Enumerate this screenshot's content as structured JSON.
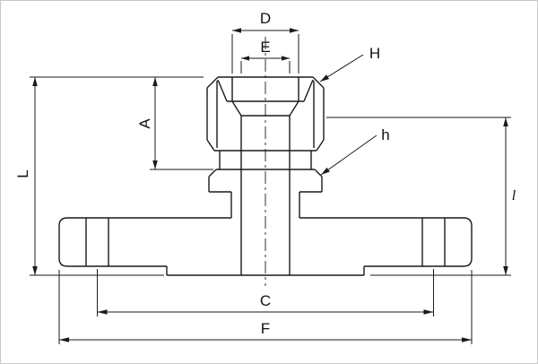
{
  "labels": {
    "D": "D",
    "E": "E",
    "H": "H",
    "h": "h",
    "A": "A",
    "L": "L",
    "C": "C",
    "F": "F",
    "l": "l"
  },
  "colors": {
    "line": "#1a1a1a",
    "background": "#ffffff"
  }
}
